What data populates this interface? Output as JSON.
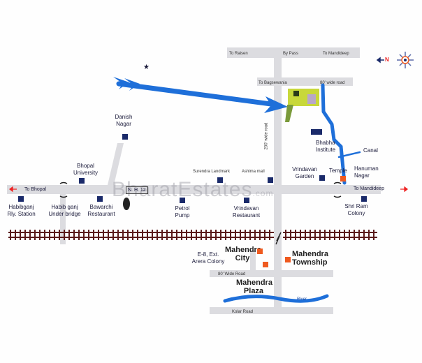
{
  "watermark": {
    "main": "BharatEstates",
    "suffix": ".com"
  },
  "compass": {
    "label": "N"
  },
  "roads": {
    "bypass": "By Pass",
    "to_raisen": "To Raisen",
    "to_mandideep_top": "To Mandideep",
    "to_bagsewania": "To Bagsewania",
    "road_80ft_top": "80' wide road",
    "road_200ft": "200' wide road",
    "to_bhopal": "To Bhopal",
    "nh12": "N. H. 12",
    "to_mandideep": "To Mandideep",
    "road_80ft_bottom": "80' Wide Road",
    "kolar_road": "Kolar Road",
    "river": "River",
    "canal": "Canal"
  },
  "landmarks": {
    "danish_nagar": "Danish Nagar",
    "bhopal_university": "Bhopal University",
    "habibganj_station": "Habibganj Rly. Station",
    "habibganj_bridge": "Habib ganj Under bridge",
    "bawarchi": "Bawarchi Restaurant",
    "petrol_pump": "Petrol Pump",
    "surendra": "Surendra Landmark",
    "ashima": "Ashima mall",
    "vrindavan_garden": "Vrindavan Garden",
    "vrindavan_restaurant": "Vrindavan Restaurant",
    "temple": "Temple",
    "hanuman_nagar": "Hanuman Nagar",
    "shri_ram": "Shri Ram Colony",
    "bhabha": "Bhabha Institute",
    "e8": "E-8, Ext. Arera Colony",
    "mahendra_city": "Mahendra City",
    "mahendra_township": "Mahendra Township",
    "mahendra_plaza": "Mahendra Plaza"
  },
  "colors": {
    "road": "#dcdce0",
    "water": "#1e6fd9",
    "marker": "#1a2a6a",
    "project": "#ef5a1f",
    "rail": "#5a1a1a"
  }
}
